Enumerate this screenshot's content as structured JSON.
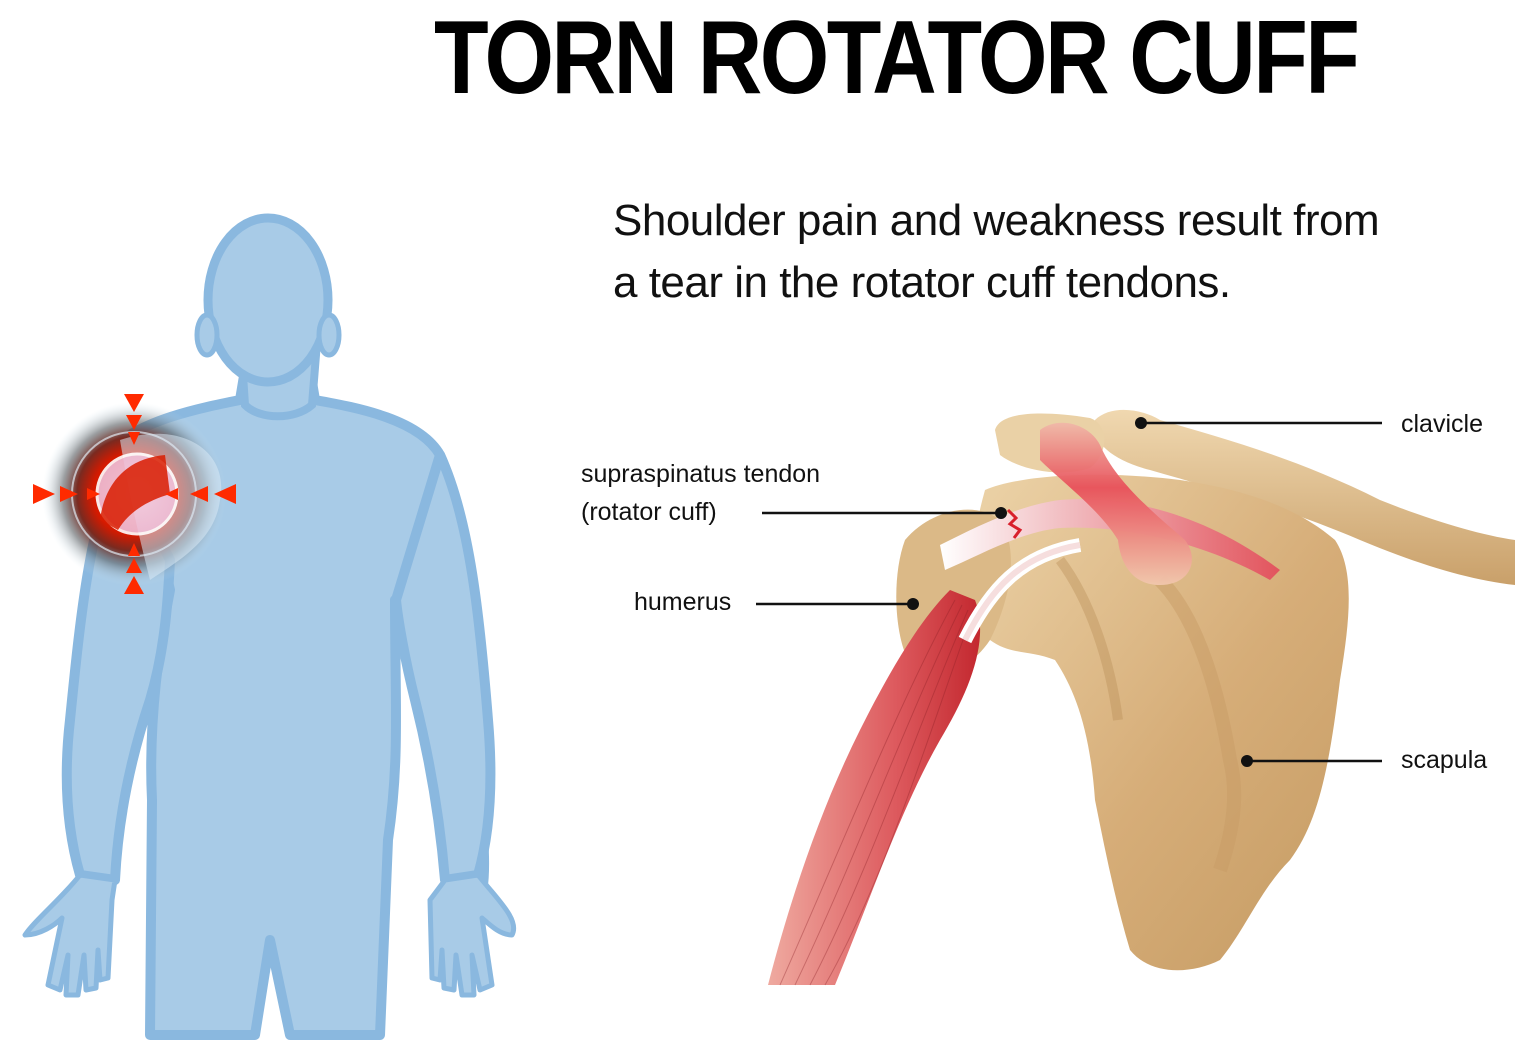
{
  "title": "TORN ROTATOR CUFF",
  "description": {
    "line1": "Shoulder pain and weakness result from",
    "line2": "a tear in the rotator cuff tendons."
  },
  "figure_body": {
    "subject": "human-body-silhouette",
    "highlight": "pain-indicator-right-shoulder",
    "colors": {
      "body_fill": "#a8cbe7",
      "body_outline": "#8ab8df",
      "pain": "#e01e00",
      "arrows": "#ff2a00"
    }
  },
  "figure_shoulder": {
    "subject": "shoulder-anatomy",
    "colors": {
      "bone": "#d9b380",
      "bone_shadow": "#b88e58",
      "muscle": "#d9434f",
      "tendon": "#f4e6e0"
    },
    "labels": [
      {
        "id": "clavicle",
        "text": "clavicle"
      },
      {
        "id": "supraspinatus_line1",
        "text": "supraspinatus tendon"
      },
      {
        "id": "supraspinatus_line2",
        "text": "(rotator cuff)"
      },
      {
        "id": "humerus",
        "text": "humerus"
      },
      {
        "id": "scapula",
        "text": "scapula"
      }
    ]
  }
}
